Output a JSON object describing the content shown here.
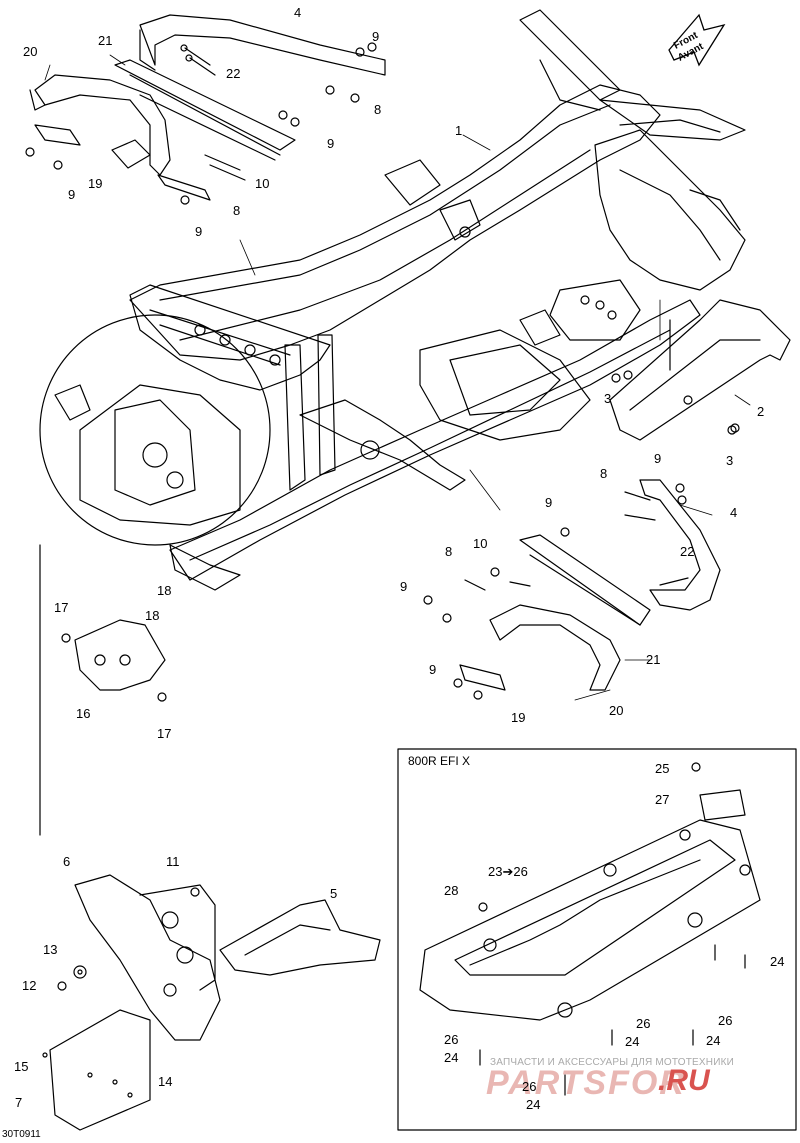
{
  "diagram": {
    "inset_title": "800R EFI X",
    "front_label_en": "Front",
    "front_label_fr": "Avant",
    "drawing_code": "30T0911",
    "watermark_text": "ЗАПЧАСТИ И АКСЕССУАРЫ ДЛЯ МОТОТЕХНИКИ",
    "watermark_logo": "PARTSFOR",
    "watermark_tld": ".RU",
    "callouts": {
      "c1": "1",
      "c2": "2",
      "c3a": "3",
      "c3b": "3",
      "c4a": "4",
      "c4b": "4",
      "c5": "5",
      "c6": "6",
      "c7": "7",
      "c8a": "8",
      "c8b": "8",
      "c8c": "8",
      "c8d": "8",
      "c9a": "9",
      "c9b": "9",
      "c9c": "9",
      "c9d": "9",
      "c9e": "9",
      "c9f": "9",
      "c9g": "9",
      "c9h": "9",
      "c10a": "10",
      "c10b": "10",
      "c11": "11",
      "c12": "12",
      "c13": "13",
      "c14": "14",
      "c15": "15",
      "c16": "16",
      "c17a": "17",
      "c17b": "17",
      "c18a": "18",
      "c18b": "18",
      "c19a": "19",
      "c19b": "19",
      "c20a": "20",
      "c20b": "20",
      "c21a": "21",
      "c21b": "21",
      "c22a": "22",
      "c22b": "22",
      "c23": "23➔26",
      "c24a": "24",
      "c24b": "24",
      "c24c": "24",
      "c24d": "24",
      "c24e": "24",
      "c25": "25",
      "c26a": "26",
      "c26b": "26",
      "c26c": "26",
      "c26d": "26",
      "c27": "27",
      "c28": "28"
    }
  }
}
